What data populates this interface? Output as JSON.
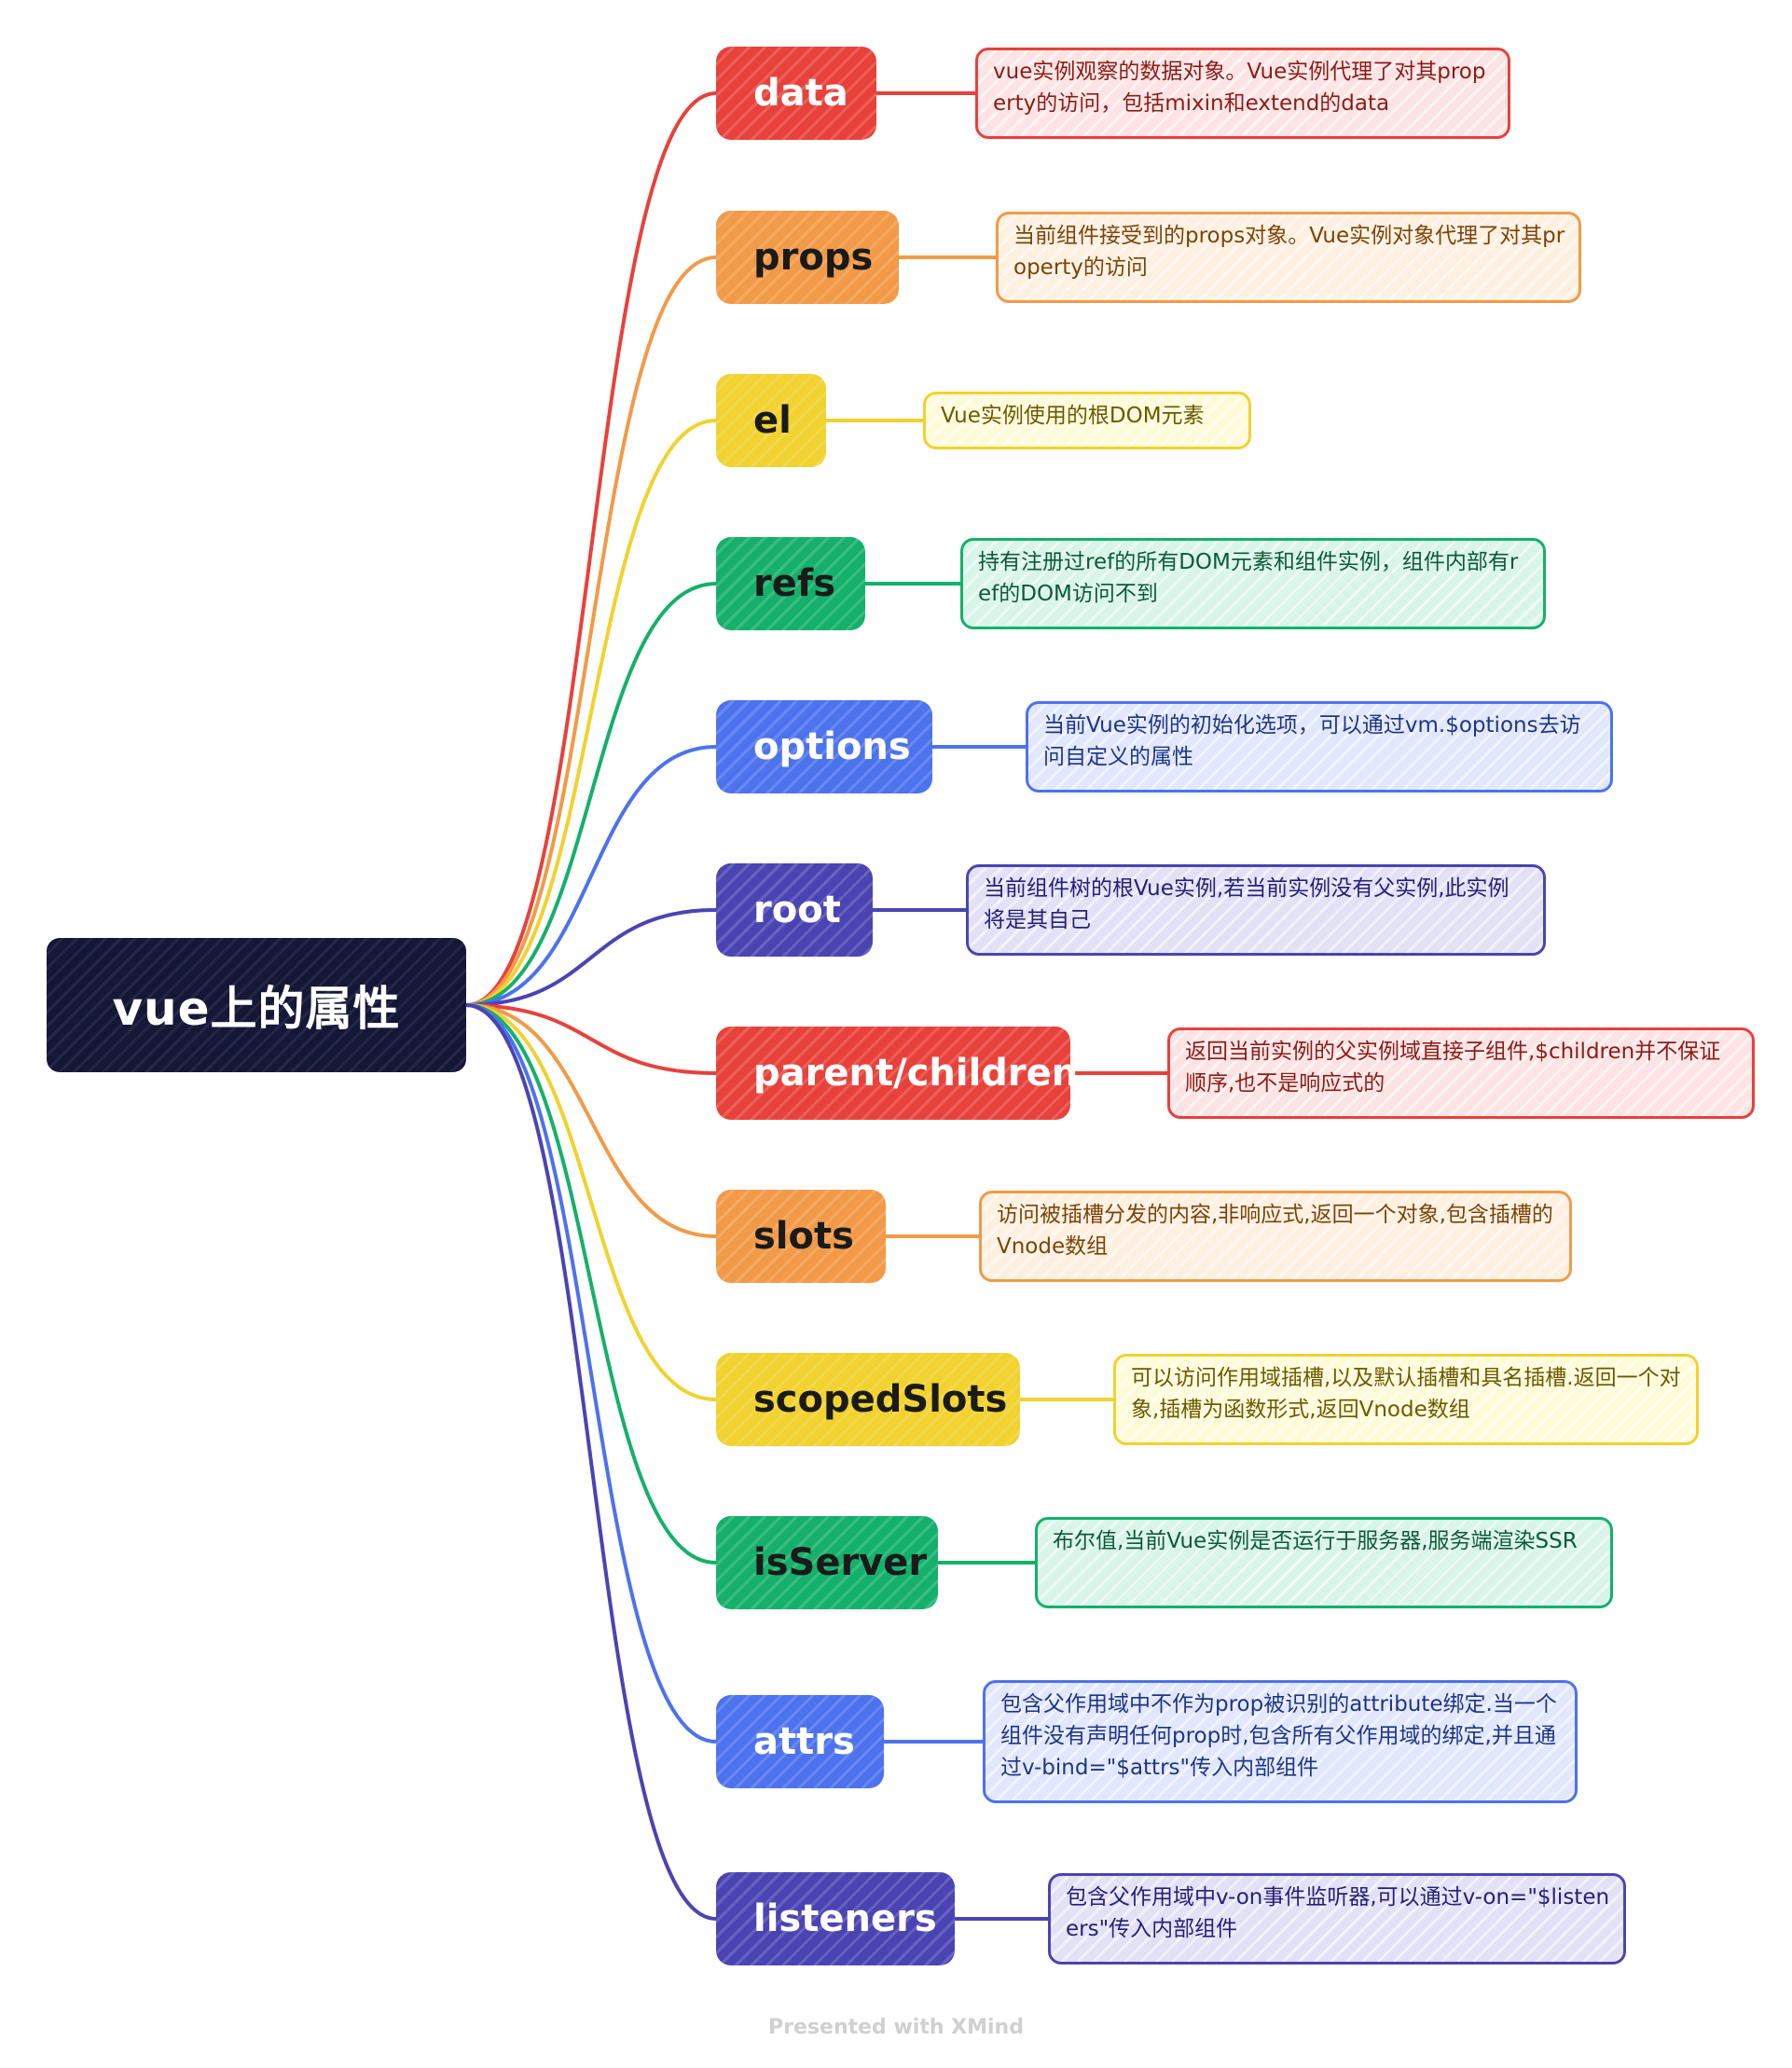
{
  "root": {
    "label": "vue上的属性",
    "color": "#141736"
  },
  "branches": [
    {
      "id": "data",
      "label": "data",
      "color": "#e8413b",
      "note_bg": "#fde4e4",
      "note_text": "#8c1b17",
      "text_dark": false,
      "note": "vue实例观察的数据对象。Vue实例代理了对其property的访问，包括mixin和extend的data"
    },
    {
      "id": "props",
      "label": "props",
      "color": "#f29a47",
      "note_bg": "#fff0e0",
      "note_text": "#7a4408",
      "text_dark": true,
      "note": "当前组件接受到的props对象。Vue实例对象代理了对其property的访问"
    },
    {
      "id": "el",
      "label": "el",
      "color": "#f1d22e",
      "note_bg": "#fffbd9",
      "note_text": "#6b5a00",
      "text_dark": true,
      "note": "Vue实例使用的根DOM元素"
    },
    {
      "id": "refs",
      "label": "refs",
      "color": "#15b06b",
      "note_bg": "#d8f5e8",
      "note_text": "#0d5a38",
      "text_dark": true,
      "note": "持有注册过ref的所有DOM元素和组件实例，组件内部有ref的DOM访问不到"
    },
    {
      "id": "options",
      "label": "options",
      "color": "#4d72ee",
      "note_bg": "#e1e7fd",
      "note_text": "#1e3587",
      "text_dark": false,
      "note": "当前Vue实例的初始化选项，可以通过vm.$options去访问自定义的属性"
    },
    {
      "id": "root",
      "label": "root",
      "color": "#4a44b3",
      "note_bg": "#e2e1f5",
      "note_text": "#25207a",
      "text_dark": false,
      "note": "当前组件树的根Vue实例,若当前实例没有父实例,此实例将是其自己"
    },
    {
      "id": "parent-children",
      "label": "parent/children",
      "color": "#e8413b",
      "note_bg": "#fde4e4",
      "note_text": "#8c1b17",
      "text_dark": false,
      "note": "返回当前实例的父实例域直接子组件,$children并不保证顺序,也不是响应式的"
    },
    {
      "id": "slots",
      "label": "slots",
      "color": "#f29a47",
      "note_bg": "#fff0e0",
      "note_text": "#7a4408",
      "text_dark": true,
      "note": "访问被插槽分发的内容,非响应式,返回一个对象,包含插槽的Vnode数组"
    },
    {
      "id": "scopedSlots",
      "label": "scopedSlots",
      "color": "#f1d22e",
      "note_bg": "#fffbd9",
      "note_text": "#6b5a00",
      "text_dark": true,
      "note": "可以访问作用域插槽,以及默认插槽和具名插槽.返回一个对象,插槽为函数形式,返回Vnode数组"
    },
    {
      "id": "isServer",
      "label": "isServer",
      "color": "#15b06b",
      "note_bg": "#d8f5e8",
      "note_text": "#0d5a38",
      "text_dark": true,
      "note": "布尔值,当前Vue实例是否运行于服务器,服务端渲染SSR"
    },
    {
      "id": "attrs",
      "label": "attrs",
      "color": "#4d72ee",
      "note_bg": "#e1e7fd",
      "note_text": "#1e3587",
      "text_dark": false,
      "note": "包含父作用域中不作为prop被识别的attribute绑定.当一个组件没有声明任何prop时,包含所有父作用域的绑定,并且通过v-bind=\"$attrs\"传入内部组件"
    },
    {
      "id": "listeners",
      "label": "listeners",
      "color": "#4a44b3",
      "note_bg": "#e2e1f5",
      "note_text": "#25207a",
      "text_dark": false,
      "note": "包含父作用域中v-on事件监听器,可以通过v-on=\"$listeners\"传入内部组件"
    }
  ],
  "footer": "Presented with XMind"
}
